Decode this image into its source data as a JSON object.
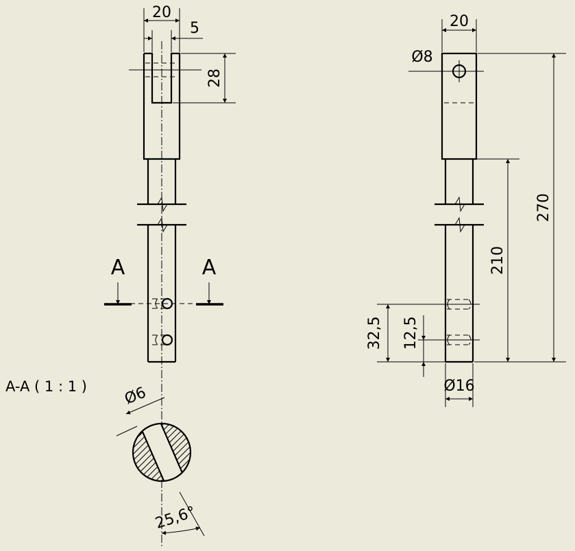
{
  "front_view": {
    "width_dim": "20",
    "slot_dim": "5",
    "slot_depth_dim": "28",
    "section_letter_left": "A",
    "section_letter_right": "A"
  },
  "side_view": {
    "width_dim": "20",
    "hole_dia": "Ø8",
    "overall_length": "270",
    "shaft_length": "210",
    "hole_pos_upper": "32,5",
    "hole_pos_lower": "12,5",
    "shaft_dia": "Ø16"
  },
  "section_view": {
    "title": "A-A ( 1 : 1 )",
    "hole_dia": "Ø6",
    "angle": "25,6°"
  },
  "colors": {
    "paper": "#ECEADB",
    "line": "#000000"
  }
}
